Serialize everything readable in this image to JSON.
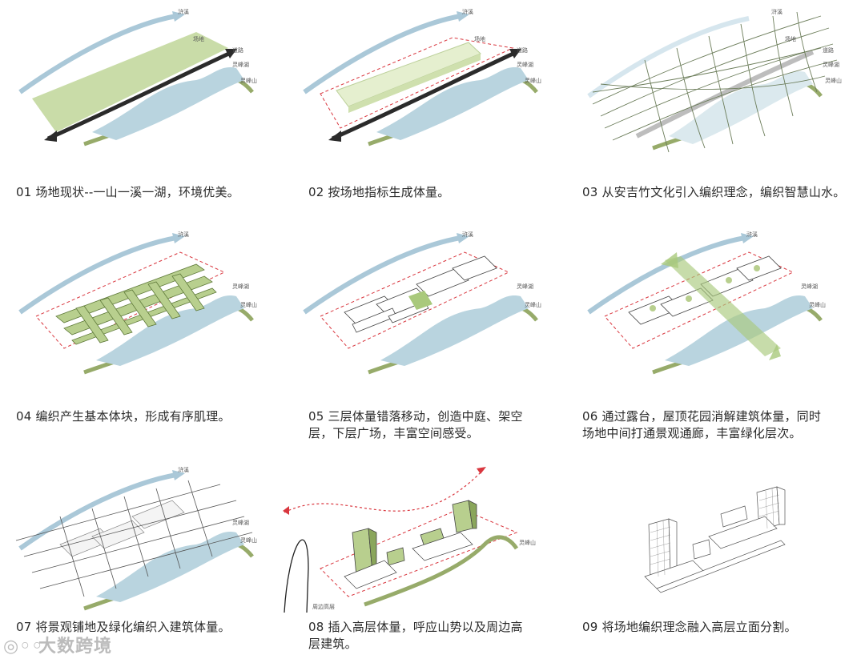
{
  "panels": [
    {
      "caption": "01 场地现状--一山一溪一湖，环境优美。",
      "labels": {
        "stream": "浒溪",
        "site": "场地",
        "road": "道路",
        "lake": "灵峰湖",
        "mountain": "灵峰山"
      }
    },
    {
      "caption": "02 按场地指标生成体量。",
      "labels": {
        "stream": "浒溪",
        "site": "场地",
        "road": "道路",
        "lake": "灵峰湖",
        "mountain": "灵峰山"
      }
    },
    {
      "caption": "03 从安吉竹文化引入编织理念，编织智慧山水。",
      "labels": {
        "stream": "浒溪",
        "site": "场地",
        "road": "道路",
        "lake": "灵峰湖",
        "mountain": "灵峰山"
      }
    },
    {
      "caption": "04 编织产生基本体块，形成有序肌理。",
      "labels": {
        "stream": "浒溪",
        "lake": "灵峰湖",
        "mountain": "灵峰山"
      }
    },
    {
      "caption": "05 三层体量错落移动，创造中庭、架空层，下层广场，丰富空间感受。",
      "lines": [
        "05 三层体量错落移动，创造中庭、架空",
        "层，下层广场，丰富空间感受。"
      ],
      "labels": {
        "stream": "浒溪",
        "lake": "灵峰湖",
        "mountain": "灵峰山"
      }
    },
    {
      "caption": "06 通过露台，屋顶花园消解建筑体量，同时场地中间打通景观通廊，丰富绿化层次。",
      "lines": [
        "06 通过露台，屋顶花园消解建筑体量，同时",
        "场地中间打通景观通廊，丰富绿化层次。"
      ],
      "labels": {
        "stream": "浒溪",
        "lake": "灵峰湖",
        "mountain": "灵峰山"
      }
    },
    {
      "caption": "07 将景观铺地及绿化编织入建筑体量。",
      "labels": {
        "stream": "浒溪",
        "lake": "灵峰湖",
        "mountain": "灵峰山"
      }
    },
    {
      "caption": "08 插入高层体量，呼应山势以及周边高层建筑。",
      "lines": [
        "08 插入高层体量，呼应山势以及周边高",
        "层建筑。"
      ],
      "labels": {
        "mountain": "灵峰山",
        "surround": "周边高层"
      }
    },
    {
      "caption": "09 将场地编织理念融入高层立面分割。",
      "labels": {}
    }
  ],
  "watermark": "大数跨境",
  "colors": {
    "green": "#c9dca8",
    "green_dark": "#8aa65b",
    "water": "#b9d4df",
    "water_arrow": "#aac8d8",
    "road": "#2b2b2b",
    "redline": "#d9363e",
    "mountain": "#97ab6a"
  }
}
